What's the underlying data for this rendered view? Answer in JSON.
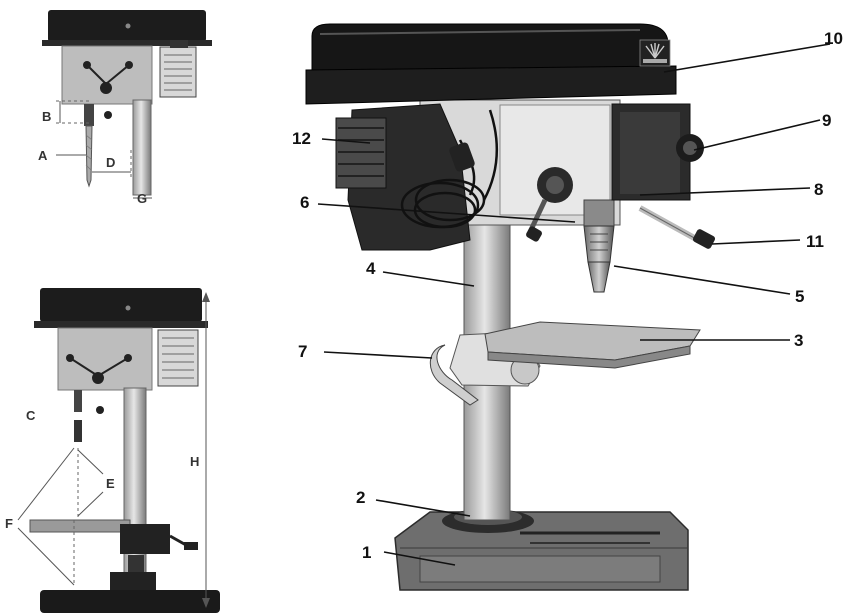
{
  "side_diagram_top": {
    "labels": {
      "A": "A",
      "B": "B",
      "D": "D",
      "G": "G"
    }
  },
  "side_diagram_bottom": {
    "labels": {
      "C": "C",
      "E": "E",
      "F": "F",
      "H": "H"
    }
  },
  "callouts": [
    {
      "id": "1",
      "text": "1"
    },
    {
      "id": "2",
      "text": "2"
    },
    {
      "id": "3",
      "text": "3"
    },
    {
      "id": "4",
      "text": "4"
    },
    {
      "id": "5",
      "text": "5"
    },
    {
      "id": "6",
      "text": "6"
    },
    {
      "id": "7",
      "text": "7"
    },
    {
      "id": "8",
      "text": "8"
    },
    {
      "id": "9",
      "text": "9"
    },
    {
      "id": "10",
      "text": "10"
    },
    {
      "id": "11",
      "text": "11"
    },
    {
      "id": "12",
      "text": "12"
    }
  ]
}
